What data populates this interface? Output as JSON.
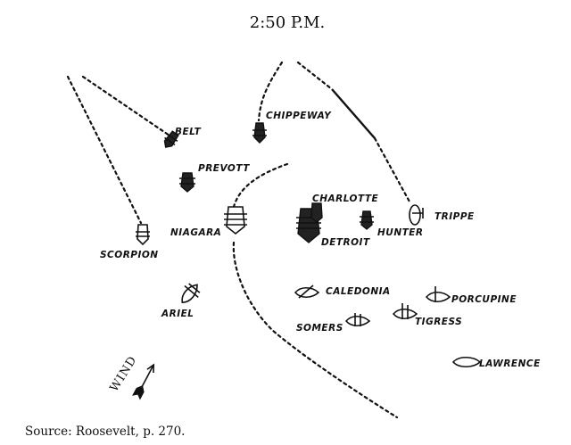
{
  "title": "2:50 P.M.",
  "source": "Source: Roosevelt, p. 270.",
  "wind_label": "WIND",
  "ships": {
    "belt": "BELT",
    "chippeway": "CHIPPEWAY",
    "prevott": "PREVOTT",
    "charlotte": "CHARLOTTE",
    "trippe": "TRIPPE",
    "niagara": "NIAGARA",
    "scorpion": "SCORPION",
    "hunter": "HUNTER",
    "detroit": "DETROIT",
    "caledonia": "CALEDONIA",
    "porcupine": "PORCUPINE",
    "ariel": "ARIEL",
    "somers": "SOMERS",
    "tigress": "TIGRESS",
    "lawrence": "LAWRENCE"
  }
}
